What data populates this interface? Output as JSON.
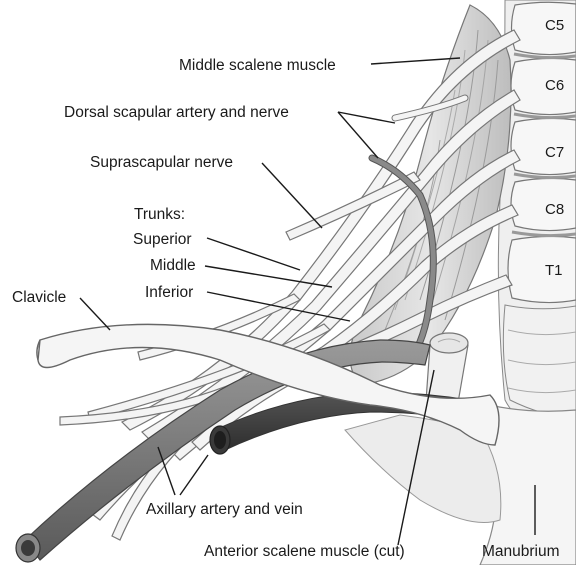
{
  "labels": {
    "middle_scalene": "Middle scalene muscle",
    "dorsal_scapular": "Dorsal scapular artery and nerve",
    "suprascapular": "Suprascapular nerve",
    "trunks": "Trunks:",
    "superior": "Superior",
    "middle": "Middle",
    "inferior": "Inferior",
    "clavicle": "Clavicle",
    "axillary": "Axillary artery and vein",
    "anterior_scalene": "Anterior scalene muscle (cut)",
    "manubrium": "Manubrium"
  },
  "vertebrae": [
    "C5",
    "C6",
    "C7",
    "C8",
    "T1"
  ]
}
